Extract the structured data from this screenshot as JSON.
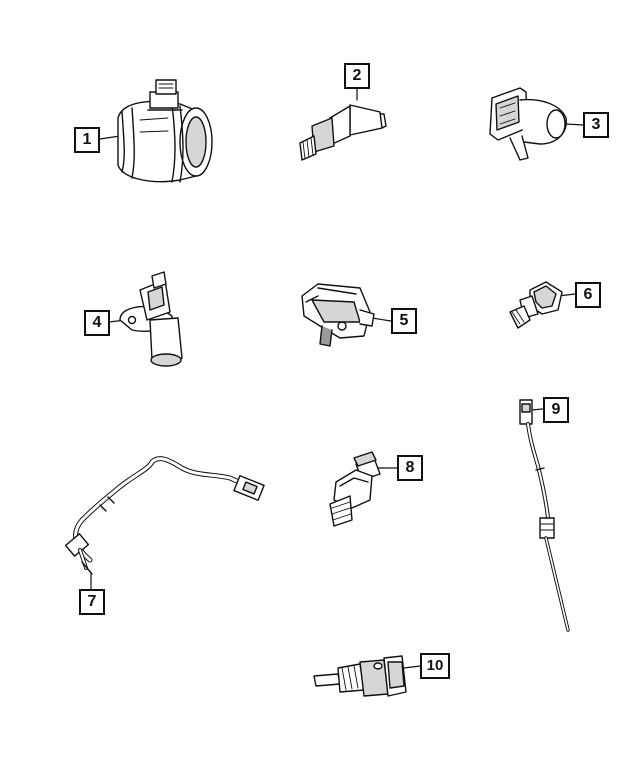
{
  "callouts": {
    "c1": "1",
    "c2": "2",
    "c3": "3",
    "c4": "4",
    "c5": "5",
    "c6": "6",
    "c7": "7",
    "c8": "8",
    "c9": "9",
    "c10": "10"
  },
  "parts": [
    {
      "callout": "1",
      "icon": "mass-air-flow-sensor-icon"
    },
    {
      "callout": "2",
      "icon": "pressure-switch-icon"
    },
    {
      "callout": "3",
      "icon": "camshaft-position-sensor-icon"
    },
    {
      "callout": "4",
      "icon": "crankshaft-position-sensor-icon"
    },
    {
      "callout": "5",
      "icon": "map-sensor-icon"
    },
    {
      "callout": "6",
      "icon": "temperature-sensor-icon"
    },
    {
      "callout": "7",
      "icon": "exhaust-temperature-sensor-icon"
    },
    {
      "callout": "8",
      "icon": "oil-pressure-sender-icon"
    },
    {
      "callout": "9",
      "icon": "exhaust-temperature-probe-icon"
    },
    {
      "callout": "10",
      "icon": "coolant-temperature-sensor-icon"
    }
  ],
  "colors": {
    "line": "#111111",
    "fill": "#ffffff",
    "shade": "#d6d6d6",
    "dark": "#9a9a9a"
  }
}
